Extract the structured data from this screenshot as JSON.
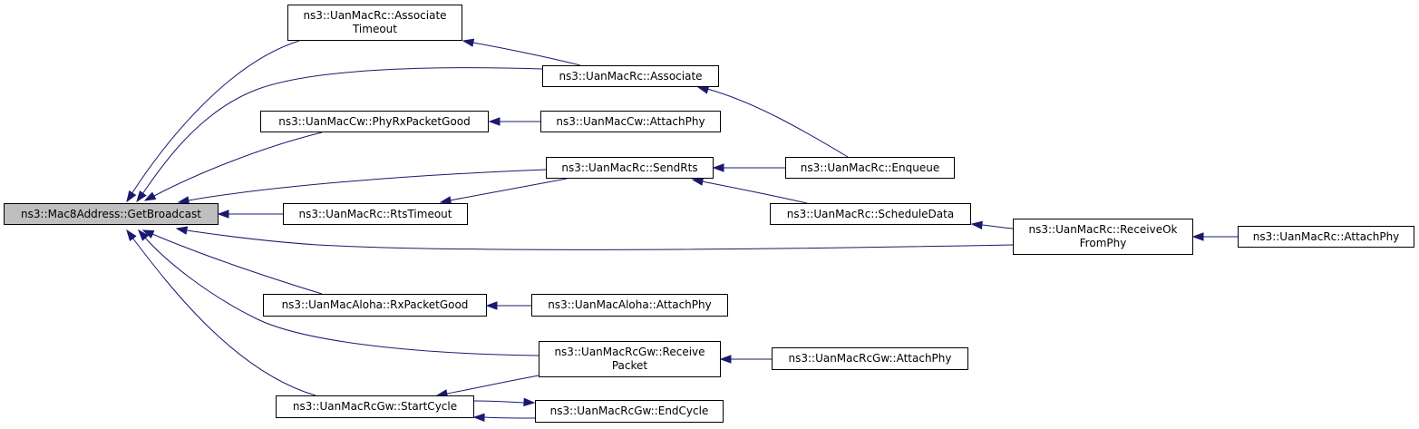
{
  "graph": {
    "colors": {
      "edge": "#191970",
      "root_fill": "#bfbfbf",
      "node_fill": "#ffffff",
      "node_border": "#000000"
    },
    "nodes": [
      {
        "id": "getbroadcast",
        "label": "ns3::Mac8Address::GetBroadcast",
        "root": true
      },
      {
        "id": "associate_timeout",
        "label": "ns3::UanMacRc::Associate\nTimeout"
      },
      {
        "id": "associate",
        "label": "ns3::UanMacRc::Associate"
      },
      {
        "id": "cw_phyrx",
        "label": "ns3::UanMacCw::PhyRxPacketGood"
      },
      {
        "id": "cw_attach",
        "label": "ns3::UanMacCw::AttachPhy"
      },
      {
        "id": "sendrts",
        "label": "ns3::UanMacRc::SendRts"
      },
      {
        "id": "enqueue",
        "label": "ns3::UanMacRc::Enqueue"
      },
      {
        "id": "rtstimeout",
        "label": "ns3::UanMacRc::RtsTimeout"
      },
      {
        "id": "scheduledata",
        "label": "ns3::UanMacRc::ScheduleData"
      },
      {
        "id": "receiveok",
        "label": "ns3::UanMacRc::ReceiveOk\nFromPhy"
      },
      {
        "id": "rc_attach",
        "label": "ns3::UanMacRc::AttachPhy"
      },
      {
        "id": "aloha_rx",
        "label": "ns3::UanMacAloha::RxPacketGood"
      },
      {
        "id": "aloha_attach",
        "label": "ns3::UanMacAloha::AttachPhy"
      },
      {
        "id": "gw_receive",
        "label": "ns3::UanMacRcGw::Receive\nPacket"
      },
      {
        "id": "gw_attach",
        "label": "ns3::UanMacRcGw::AttachPhy"
      },
      {
        "id": "gw_startcycle",
        "label": "ns3::UanMacRcGw::StartCycle"
      },
      {
        "id": "gw_endcycle",
        "label": "ns3::UanMacRcGw::EndCycle"
      }
    ],
    "edges": [
      {
        "from": "associate_timeout",
        "to": "getbroadcast"
      },
      {
        "from": "associate",
        "to": "getbroadcast"
      },
      {
        "from": "associate",
        "to": "associate_timeout"
      },
      {
        "from": "cw_phyrx",
        "to": "getbroadcast"
      },
      {
        "from": "cw_attach",
        "to": "cw_phyrx"
      },
      {
        "from": "sendrts",
        "to": "getbroadcast"
      },
      {
        "from": "enqueue",
        "to": "associate"
      },
      {
        "from": "enqueue",
        "to": "sendrts"
      },
      {
        "from": "rtstimeout",
        "to": "getbroadcast"
      },
      {
        "from": "sendrts",
        "to": "rtstimeout"
      },
      {
        "from": "scheduledata",
        "to": "sendrts"
      },
      {
        "from": "receiveok",
        "to": "scheduledata"
      },
      {
        "from": "receiveok",
        "to": "getbroadcast"
      },
      {
        "from": "rc_attach",
        "to": "receiveok"
      },
      {
        "from": "aloha_rx",
        "to": "getbroadcast"
      },
      {
        "from": "aloha_attach",
        "to": "aloha_rx"
      },
      {
        "from": "gw_receive",
        "to": "getbroadcast"
      },
      {
        "from": "gw_attach",
        "to": "gw_receive"
      },
      {
        "from": "gw_startcycle",
        "to": "getbroadcast"
      },
      {
        "from": "gw_receive",
        "to": "gw_startcycle"
      },
      {
        "from": "gw_startcycle",
        "to": "gw_endcycle"
      },
      {
        "from": "gw_endcycle",
        "to": "gw_startcycle"
      }
    ]
  }
}
